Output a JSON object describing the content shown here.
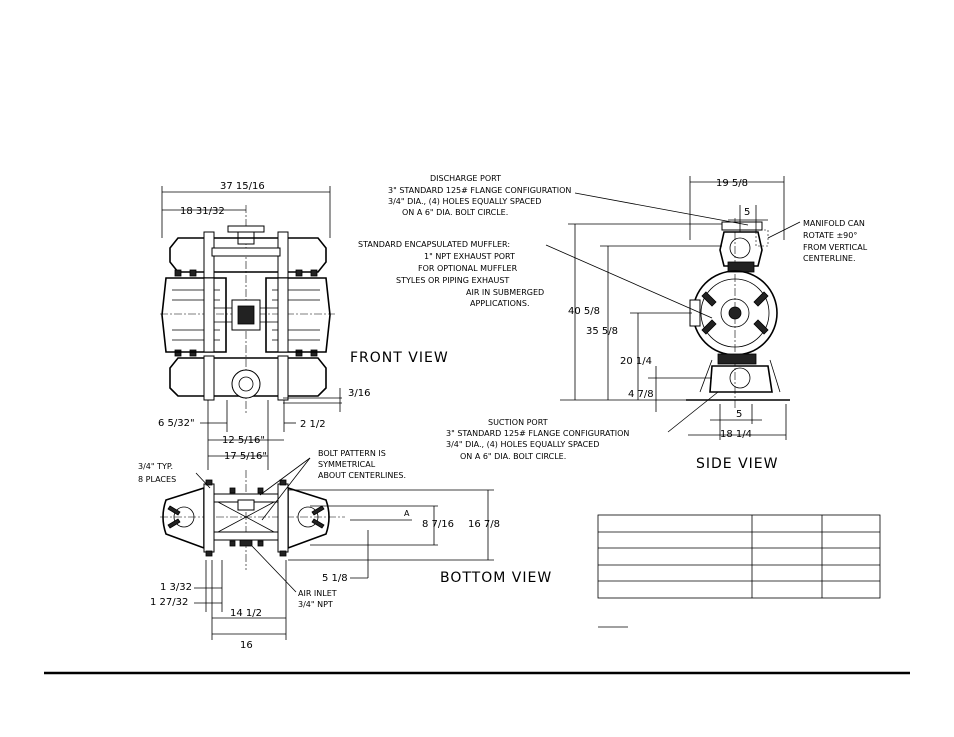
{
  "views": {
    "front": "FRONT  VIEW",
    "side": "SIDE  VIEW",
    "bottom": "BOTTOM  VIEW"
  },
  "front_dims": {
    "overall_width": "37 15/16",
    "half_width": "18 31/32",
    "d_3_16": "3/16",
    "d_6_5_32": "6 5/32\"",
    "d_2_1_2": "2 1/2",
    "d_12_5_16": "12 5/16\"",
    "d_17_5_16": "17 5/16\""
  },
  "side_dims": {
    "width": "19 5/8",
    "top_5": "5",
    "h_40_5_8": "40 5/8",
    "h_35_5_8": "35 5/8",
    "h_20_1_4": "20 1/4",
    "h_4_7_8": "4 7/8",
    "bottom_5": "5",
    "base_18_1_4": "18 1/4"
  },
  "bottom_dims": {
    "d_16_7_8": "16 7/8",
    "d_8_7_16": "8 7/16",
    "a": "A",
    "d_5_1_8": "5 1/8",
    "d_1_3_32": "1 3/32",
    "d_1_27_32": "1 27/32",
    "d_14_1_2": "14 1/2",
    "d_16": "16"
  },
  "notes": {
    "discharge": [
      "DISCHARGE PORT",
      "3\" STANDARD 125# FLANGE CONFIGURATION",
      "3/4\" DIA., (4) HOLES EQUALLY SPACED",
      "ON A 6\" DIA. BOLT CIRCLE."
    ],
    "muffler": [
      "STANDARD ENCAPSULATED MUFFLER:",
      "1\" NPT EXHAUST PORT",
      "FOR OPTIONAL MUFFLER",
      "STYLES OR PIPING EXHAUST",
      "AIR IN SUBMERGED",
      "APPLICATIONS."
    ],
    "manifold": [
      "MANIFOLD CAN",
      "ROTATE ±90°",
      "FROM VERTICAL",
      "CENTERLINE."
    ],
    "suction": [
      "SUCTION PORT",
      "3\" STANDARD 125# FLANGE CONFIGURATION",
      "3/4\" DIA., (4) HOLES EQUALLY SPACED",
      "ON A 6\" DIA. BOLT CIRCLE."
    ],
    "typ": [
      "3/4\" TYP.",
      "8 PLACES"
    ],
    "bolt_pattern": [
      "BOLT PATTERN IS",
      "SYMMETRICAL",
      "ABOUT CENTERLINES."
    ],
    "air_inlet": [
      "AIR INLET",
      "3/4\" NPT"
    ]
  }
}
